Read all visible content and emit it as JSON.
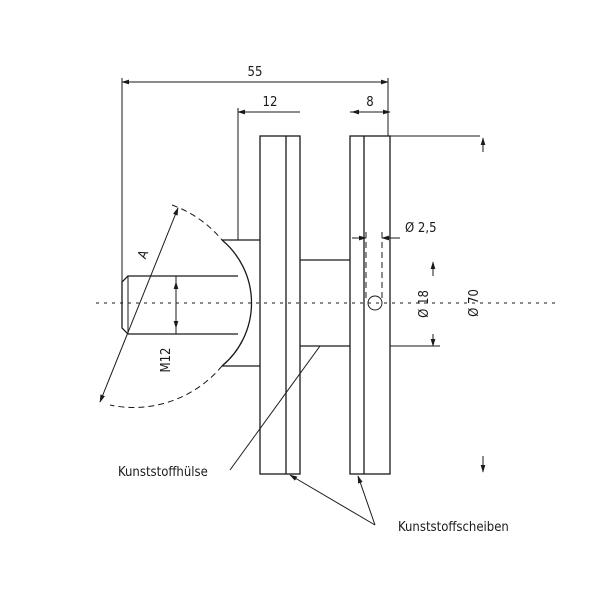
{
  "dimensions": {
    "overall_length": "55",
    "sleeve_length": "12",
    "disc_thickness": "8",
    "hole_diameter": "Ø 2,5",
    "inner_diameter": "Ø 18",
    "outer_diameter": "Ø 70",
    "thread": "M12",
    "detail_marker": "A"
  },
  "labels": {
    "sleeve": "Kunststoffhülse",
    "discs": "Kunststoffscheiben"
  }
}
